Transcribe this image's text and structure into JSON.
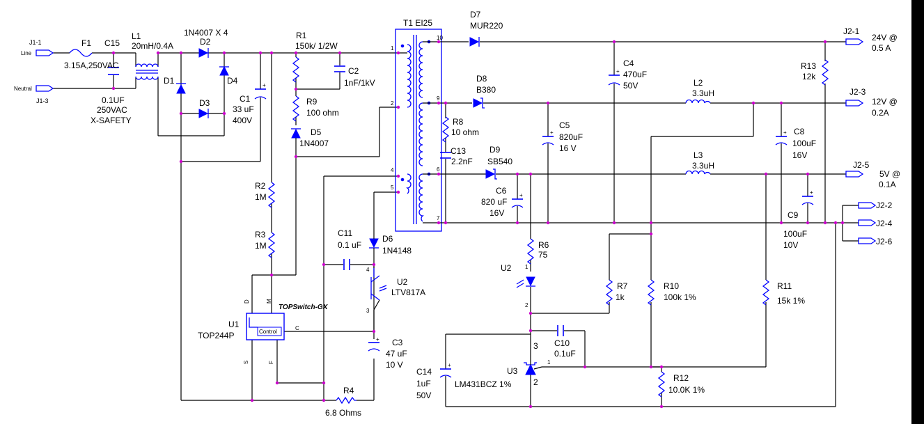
{
  "connectors": {
    "j1_1": "J1-1",
    "line": "Line",
    "neutral": "Neutral",
    "j1_3": "J1-3",
    "j2_1": "J2-1",
    "j2_3": "J2-3",
    "j2_5": "J2-5",
    "j2_2": "J2-2",
    "j2_4": "J2-4",
    "j2_6": "J2-6"
  },
  "outputs": {
    "v24a": "24V @",
    "v24b": "0.5 A",
    "v12a": "12V @",
    "v12b": "0.2A",
    "v5a": "5V @",
    "v5b": "0.1A"
  },
  "parts": {
    "f1": "F1",
    "f1_val": "3.15A,250VAC",
    "c15": "C15",
    "c15_v1": "0.1UF",
    "c15_v2": "250VAC",
    "c15_v3": "X-SAFETY",
    "l1": "L1",
    "l1_val": "20mH/0.4A",
    "bridge": "1N4007 X 4",
    "d1": "D1",
    "d2": "D2",
    "d3": "D3",
    "d4": "D4",
    "c1": "C1",
    "c1_v1": "33 uF",
    "c1_v2": "400V",
    "r1": "R1",
    "r1_val": "150k/ 1/2W",
    "c2": "C2",
    "c2_val": "1nF/1kV",
    "r9": "R9",
    "r9_val": "100 ohm",
    "d5": "D5",
    "d5_val": "1N4007",
    "r2": "R2",
    "r2_val": "1M",
    "r3": "R3",
    "r3_val": "1M",
    "u1": "U1",
    "u1_val": "TOP244P",
    "u1_brand": "TOPSwitch-GX",
    "u1_ctl": "Control",
    "u1_d": "D",
    "u1_m": "M",
    "u1_c": "C",
    "u1_s": "S",
    "u1_f": "F",
    "r4": "R4",
    "r4_val": "6.8 Ohms",
    "c11": "C11",
    "c11_val": "0.1 uF",
    "d6": "D6",
    "d6_val": "1N4148",
    "u2": "U2",
    "u2_val": "LTV817A",
    "c3": "C3",
    "c3_v1": "47 uF",
    "c3_v2": "10 V",
    "t1": "T1 EI25",
    "d7": "D7",
    "d7_val": "MUR220",
    "c4": "C4",
    "c4_v1": "470uF",
    "c4_v2": "50V",
    "r13": "R13",
    "r13_val": "12k",
    "d8": "D8",
    "d8_val": "B380",
    "r8": "R8",
    "r8_val": "10 ohm",
    "c13": "C13",
    "c13_val": "2.2nF",
    "d9": "D9",
    "d9_val": "SB540",
    "c5": "C5",
    "c5_v1": "820uF",
    "c5_v2": "16 V",
    "c6": "C6",
    "c6_v1": "820 uF",
    "c6_v2": "16V",
    "l2": "L2",
    "l2_val": "3.3uH",
    "l3": "L3",
    "l3_val": "3.3uH",
    "c8": "C8",
    "c8_v1": "100uF",
    "c8_v2": "16V",
    "c9": "C9",
    "c9_v1": "100uF",
    "c9_v2": "10V",
    "r6": "R6",
    "r6_val": "75",
    "u2b": "U2",
    "r7": "R7",
    "r7_val": "1k",
    "r10": "R10",
    "r10_val": "100k 1%",
    "r11": "R11",
    "r11_val": "15k 1%",
    "c10": "C10",
    "c10_val": "0.1uF",
    "c14": "C14",
    "c14_v1": "1uF",
    "c14_v2": "50V",
    "u3": "U3",
    "u3_val": "LM431BCZ 1%",
    "r12": "R12",
    "r12_val": "10.0K 1%"
  },
  "pins": {
    "p1": "1",
    "p2": "2",
    "p4": "4",
    "p5": "5",
    "p10": "10",
    "p9": "9",
    "p6": "6",
    "p7": "7",
    "u2p4": "4",
    "u2p3": "3",
    "u2p1": "1",
    "u2p2": "2",
    "u3p3": "3",
    "u3p1": "1",
    "u3p2": "2"
  }
}
